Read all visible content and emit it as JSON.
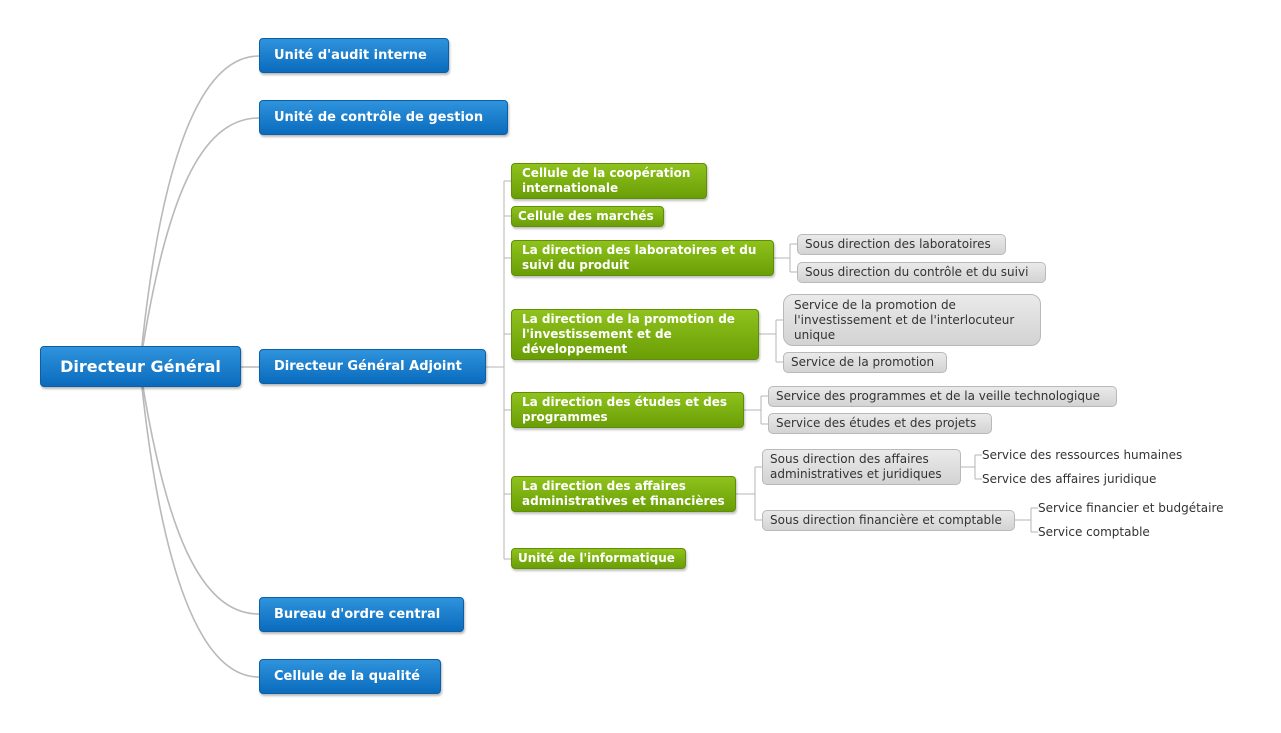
{
  "root": {
    "label": "Directeur Général"
  },
  "branches": {
    "audit": "Unité d'audit interne",
    "controle": "Unité de contrôle de gestion",
    "adjoint": "Directeur Général Adjoint",
    "bureau": "Bureau d'ordre central",
    "qualite": "Cellule de la qualité"
  },
  "adjoint_children": {
    "cooperation": "Cellule de la coopération\ninternationale",
    "marches": "Cellule des marchés",
    "laboratoires": "La direction des laboratoires et du\nsuivi du produit",
    "promotion": "La direction de la promotion de\nl'investissement et de\ndéveloppement",
    "etudes": "La direction des études et des\nprogrammes",
    "affaires": "La direction des affaires\nadministratives et financières",
    "informatique": "Unité de l'informatique"
  },
  "laboratoires_children": {
    "sd_labo": "Sous direction des laboratoires",
    "sd_controle": "Sous direction du contrôle et du suivi"
  },
  "promotion_children": {
    "s_promo_inv": "Service de la promotion de\nl'investissement et de l'interlocuteur\nunique",
    "s_promo": "Service de la promotion"
  },
  "etudes_children": {
    "s_programmes": "Service des programmes et de la veille technologique",
    "s_etudes": "Service des études et des projets"
  },
  "affaires_children": {
    "sd_admin": "Sous direction des affaires\nadministratives et juridiques",
    "sd_fin": "Sous direction financière et comptable"
  },
  "sd_admin_children": {
    "s_rh": "Service des ressources humaines",
    "s_juridique": "Service des affaires juridique"
  },
  "sd_fin_children": {
    "s_budget": "Service financier et budgétaire",
    "s_comptable": "Service comptable"
  },
  "colors": {
    "blue": "#1478c8",
    "green": "#7cb30f",
    "gray": "#dcdcdc",
    "connector": "#b5b5b5"
  }
}
